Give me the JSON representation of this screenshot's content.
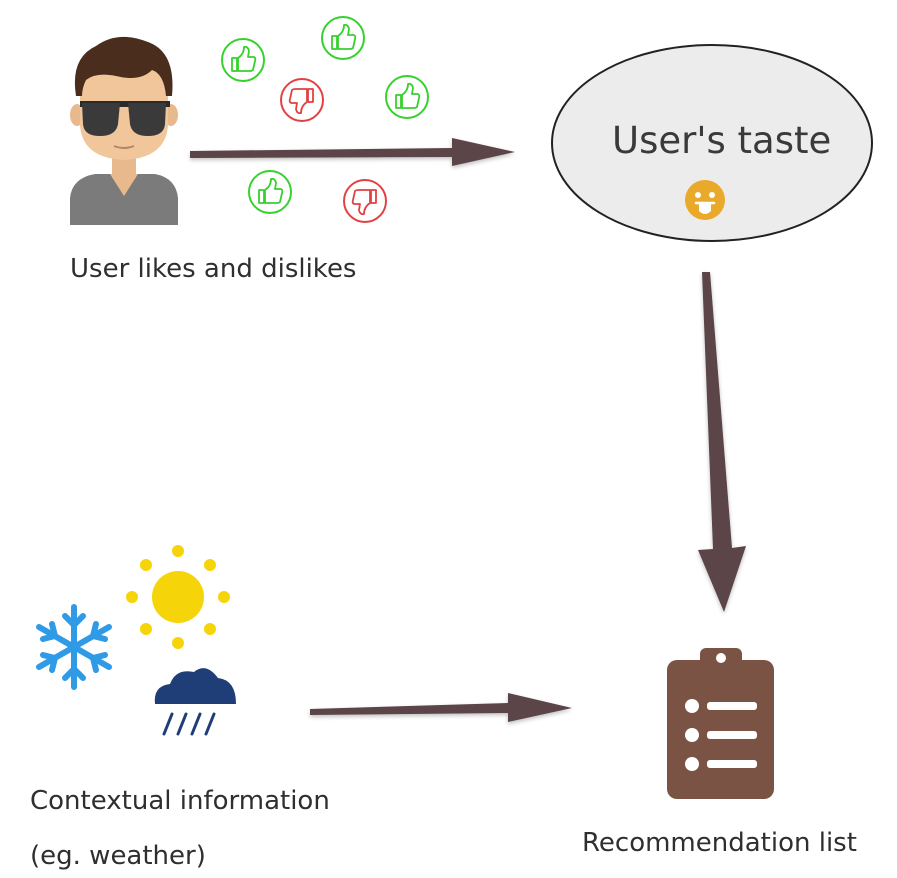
{
  "labels": {
    "user_caption": "User likes and dislikes",
    "taste_node": "User's taste",
    "context_line1": "Contextual information",
    "context_line2": "(eg. weather)",
    "recommendation_caption": "Recommendation list"
  },
  "colors": {
    "arrow": "#5b4448",
    "thumb_up": "#36d12e",
    "thumb_down": "#e34141",
    "ellipse_fill": "#ececec",
    "ellipse_stroke": "#222222",
    "clipboard": "#7a5344",
    "sun": "#f6d40a",
    "snowflake": "#2f9ae6",
    "cloud": "#1f3e78",
    "emoji": "#e9a92a"
  },
  "icons": {
    "user": "user-with-sunglasses-icon",
    "thumbs_up": "thumbs-up-icon",
    "thumbs_down": "thumbs-down-icon",
    "taste_emoji": "tongue-out-emoji-icon",
    "sun": "sun-icon",
    "snowflake": "snowflake-icon",
    "rain_cloud": "rain-cloud-icon",
    "clipboard": "clipboard-list-icon"
  }
}
